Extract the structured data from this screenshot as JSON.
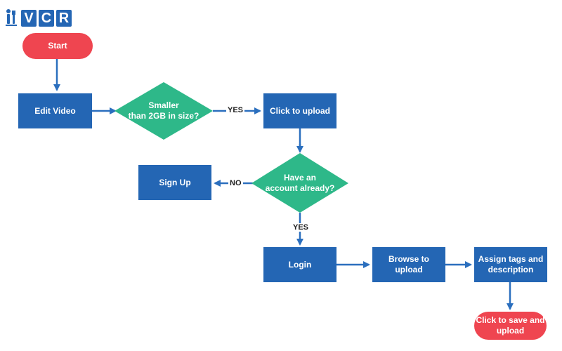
{
  "logo": {
    "letters": [
      "V",
      "C",
      "R"
    ]
  },
  "colors": {
    "process": "#2466b4",
    "decision": "#2eb889",
    "terminal": "#ef4550",
    "arrow": "#2b6fbe",
    "text": "#ffffff"
  },
  "nodes": {
    "start": "Start",
    "edit_video": "Edit Video",
    "size_check": "Smaller\nthan 2GB  in size?",
    "click_upload": "Click to upload",
    "have_account": "Have an\naccount  already?",
    "sign_up": "Sign Up",
    "login": "Login",
    "browse": "Browse to\nupload",
    "assign_tags": "Assign tags and\ndescription",
    "save_upload": "Click to save and\nupload"
  },
  "edge_labels": {
    "yes_size": "YES",
    "no_account": "NO",
    "yes_account": "YES"
  }
}
